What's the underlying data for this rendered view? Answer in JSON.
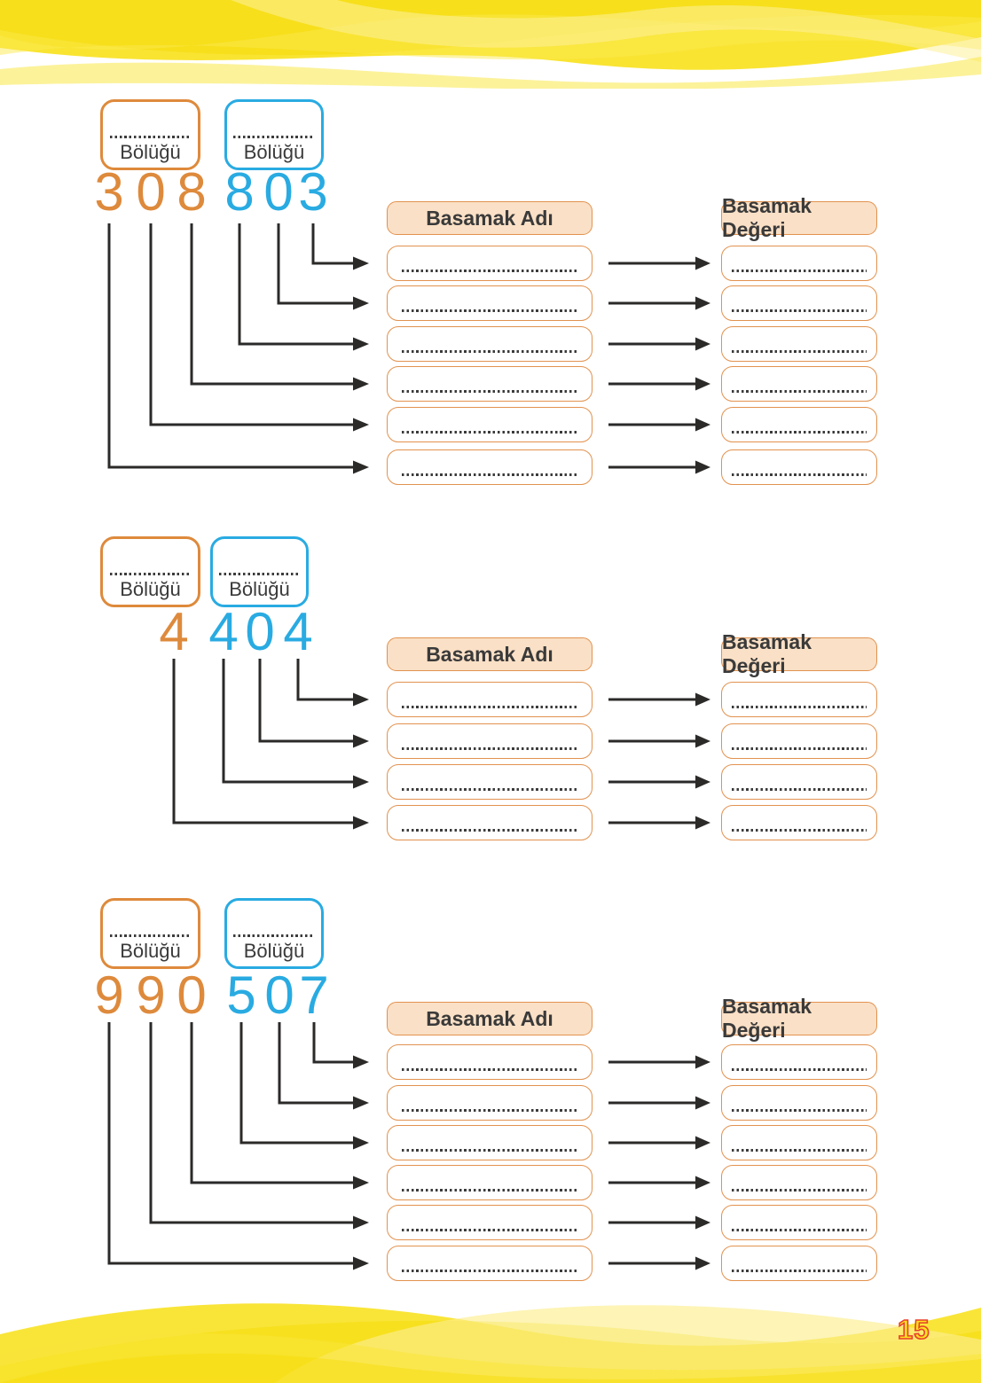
{
  "page": {
    "number": "15"
  },
  "labels": {
    "boluk": "Bölüğü",
    "basamak_adi": "Basamak Adı",
    "basamak_degeri": "Basamak Değeri"
  },
  "colors": {
    "orange_digit": "#DE8A3C",
    "blue_digit": "#29ABE2",
    "box_border_orange": "#E2924F",
    "header_fill": "#FAE0C6",
    "connector_line": "#2B2A29",
    "text_dark": "#3A3A3A",
    "wave_yellow": "#F8E11C",
    "page_number_fill": "#FBE31B",
    "page_number_outline": "#E8402C"
  },
  "exercises": [
    {
      "orange_digits": [
        "3",
        "0",
        "8"
      ],
      "blue_digits": [
        "8",
        "0",
        "3"
      ],
      "orange_boluk_value": "",
      "blue_boluk_value": "",
      "rows": [
        {
          "basamak_adi": "",
          "basamak_degeri": ""
        },
        {
          "basamak_adi": "",
          "basamak_degeri": ""
        },
        {
          "basamak_adi": "",
          "basamak_degeri": ""
        },
        {
          "basamak_adi": "",
          "basamak_degeri": ""
        },
        {
          "basamak_adi": "",
          "basamak_degeri": ""
        },
        {
          "basamak_adi": "",
          "basamak_degeri": ""
        }
      ]
    },
    {
      "orange_digits": [
        "4"
      ],
      "blue_digits": [
        "4",
        "0",
        "4"
      ],
      "orange_boluk_value": "",
      "blue_boluk_value": "",
      "rows": [
        {
          "basamak_adi": "",
          "basamak_degeri": ""
        },
        {
          "basamak_adi": "",
          "basamak_degeri": ""
        },
        {
          "basamak_adi": "",
          "basamak_degeri": ""
        },
        {
          "basamak_adi": "",
          "basamak_degeri": ""
        }
      ]
    },
    {
      "orange_digits": [
        "9",
        "9",
        "0"
      ],
      "blue_digits": [
        "5",
        "0",
        "7"
      ],
      "orange_boluk_value": "",
      "blue_boluk_value": "",
      "rows": [
        {
          "basamak_adi": "",
          "basamak_degeri": ""
        },
        {
          "basamak_adi": "",
          "basamak_degeri": ""
        },
        {
          "basamak_adi": "",
          "basamak_degeri": ""
        },
        {
          "basamak_adi": "",
          "basamak_degeri": ""
        },
        {
          "basamak_adi": "",
          "basamak_degeri": ""
        },
        {
          "basamak_adi": "",
          "basamak_degeri": ""
        }
      ]
    }
  ]
}
